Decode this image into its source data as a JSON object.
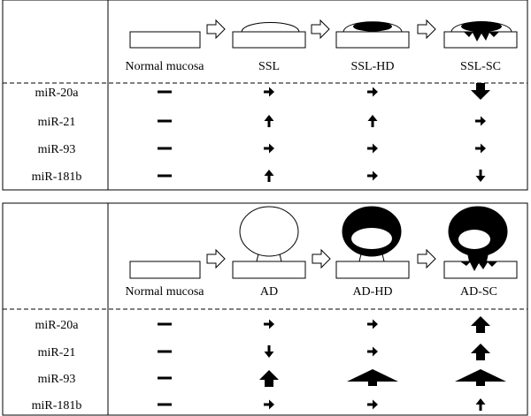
{
  "panels": [
    {
      "stages": [
        "Normal mucosa",
        "SSL",
        "SSL-HD",
        "SSL-SC"
      ],
      "rows": [
        {
          "mirna": "miR-20a",
          "cells": [
            "none",
            "right",
            "right",
            "down-large"
          ]
        },
        {
          "mirna": "miR-21",
          "cells": [
            "none",
            "up",
            "up",
            "right"
          ]
        },
        {
          "mirna": "miR-93",
          "cells": [
            "none",
            "right",
            "right",
            "right"
          ]
        },
        {
          "mirna": "miR-181b",
          "cells": [
            "none",
            "up",
            "right",
            "down"
          ]
        }
      ]
    },
    {
      "stages": [
        "Normal mucosa",
        "AD",
        "AD-HD",
        "AD-SC"
      ],
      "rows": [
        {
          "mirna": "miR-20a",
          "cells": [
            "none",
            "right",
            "right",
            "up-large"
          ]
        },
        {
          "mirna": "miR-21",
          "cells": [
            "none",
            "down",
            "right",
            "up-large"
          ]
        },
        {
          "mirna": "miR-93",
          "cells": [
            "none",
            "up-large",
            "up-wide",
            "up-wide"
          ]
        },
        {
          "mirna": "miR-181b",
          "cells": [
            "none",
            "right",
            "right",
            "up"
          ]
        }
      ]
    }
  ]
}
